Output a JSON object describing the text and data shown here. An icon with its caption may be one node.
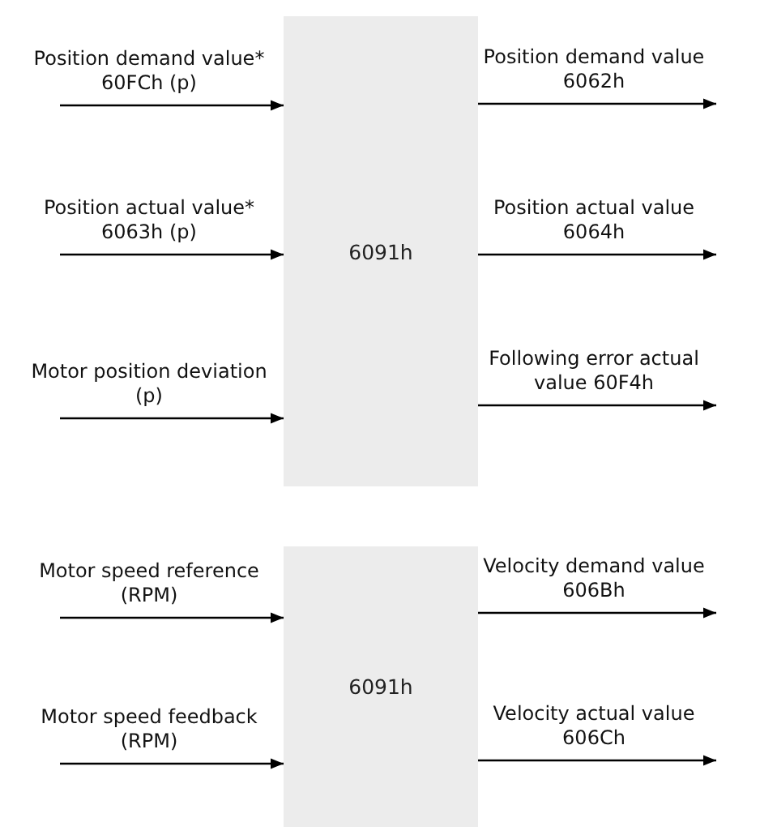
{
  "diagram": {
    "nodes": [
      {
        "text": [
          "6091h"
        ]
      },
      {
        "text": [
          "6091h"
        ]
      }
    ],
    "edges": [
      {
        "from": null,
        "to": 0,
        "arrow": "to",
        "label": "Position demand value* 60FCh (p)"
      },
      {
        "from": null,
        "to": 0,
        "arrow": "to",
        "label": "Position actual value* 6063h (p)"
      },
      {
        "from": null,
        "to": 0,
        "arrow": "to",
        "label": "Motor position deviation (p)"
      },
      {
        "from": 0,
        "to": null,
        "arrow": "to",
        "label": "Position demand value 6062h"
      },
      {
        "from": 0,
        "to": null,
        "arrow": "to",
        "label": "Position actual value 6064h"
      },
      {
        "from": 0,
        "to": null,
        "arrow": "to",
        "label": "Following error actual value 60F4h"
      },
      {
        "from": null,
        "to": 1,
        "arrow": "to",
        "label": "Motor speed reference (RPM)"
      },
      {
        "from": null,
        "to": 1,
        "arrow": "to",
        "label": "Motor speed feedback (RPM)"
      },
      {
        "from": 1,
        "to": null,
        "arrow": "to",
        "label": "Velocity demand value 606Bh"
      },
      {
        "from": 1,
        "to": null,
        "arrow": "to",
        "label": "Velocity actual value 606Ch"
      }
    ]
  }
}
